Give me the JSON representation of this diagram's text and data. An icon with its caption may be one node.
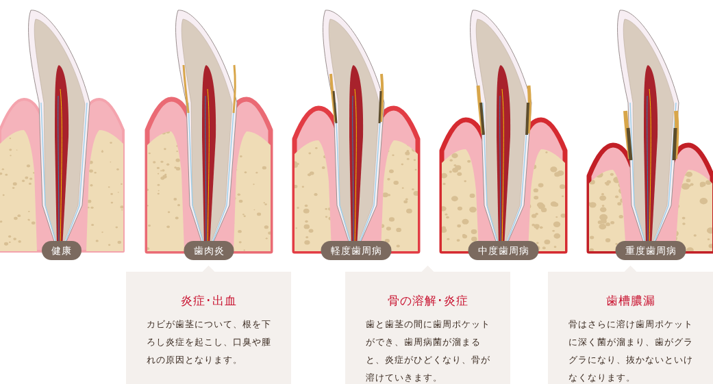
{
  "diagram": {
    "nodes": [
      {
        "text": [
          "健康"
        ]
      },
      {
        "text": [
          "歯肉炎"
        ]
      },
      {
        "text": [
          "軽度歯周病"
        ]
      },
      {
        "text": [
          "中度歯周病"
        ]
      },
      {
        "text": [
          "重度歯周病"
        ]
      },
      {
        "text": [
          "炎症･出血",
          "カビが歯茎について、根を下ろし炎症を起こし、口臭や腫れの原因となります。"
        ]
      },
      {
        "text": [
          "骨の溶解･炎症",
          "歯と歯茎の間に歯周ポケットができ、歯周病菌が溜まると、炎症がひどくなり、骨が溶けていきます。"
        ]
      },
      {
        "text": [
          "歯槽膿漏",
          "骨はさらに溶け歯周ポケットに深く菌が溜まり、歯がグラグラになり、抜かないといけなくなります。"
        ]
      }
    ]
  }
}
